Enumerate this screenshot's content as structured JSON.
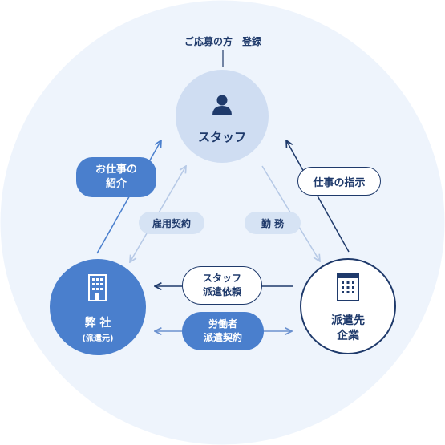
{
  "colors": {
    "background_circle": "#eef4fc",
    "staff_circle": "#cfddf2",
    "company_circle": "#4a7fcd",
    "client_circle_border": "#1f3a6b",
    "dark_navy": "#1f3a6b",
    "light_arrow": "#b6c9e6",
    "soft_pill": "#d6e3f4",
    "blue_pill": "#4a7fcd"
  },
  "header": {
    "label": "ご応募の方　登録"
  },
  "nodes": {
    "staff": {
      "label": "スタッフ",
      "icon": "person-icon"
    },
    "company": {
      "label": "弊 社",
      "sublabel": "(派遣元)",
      "icon": "building-icon"
    },
    "client": {
      "label_line1": "派遣先",
      "label_line2": "企業",
      "icon": "building-icon"
    }
  },
  "labels": {
    "job_introduction": {
      "line1": "お仕事の",
      "line2": "紹介"
    },
    "work_instruction": "仕事の指示",
    "employment_contract": "雇用契約",
    "duty": "勤 務",
    "staff_request": {
      "line1": "スタッフ",
      "line2": "派遣依頼"
    },
    "dispatch_contract": {
      "line1": "労働者",
      "line2": "派遣契約"
    }
  }
}
